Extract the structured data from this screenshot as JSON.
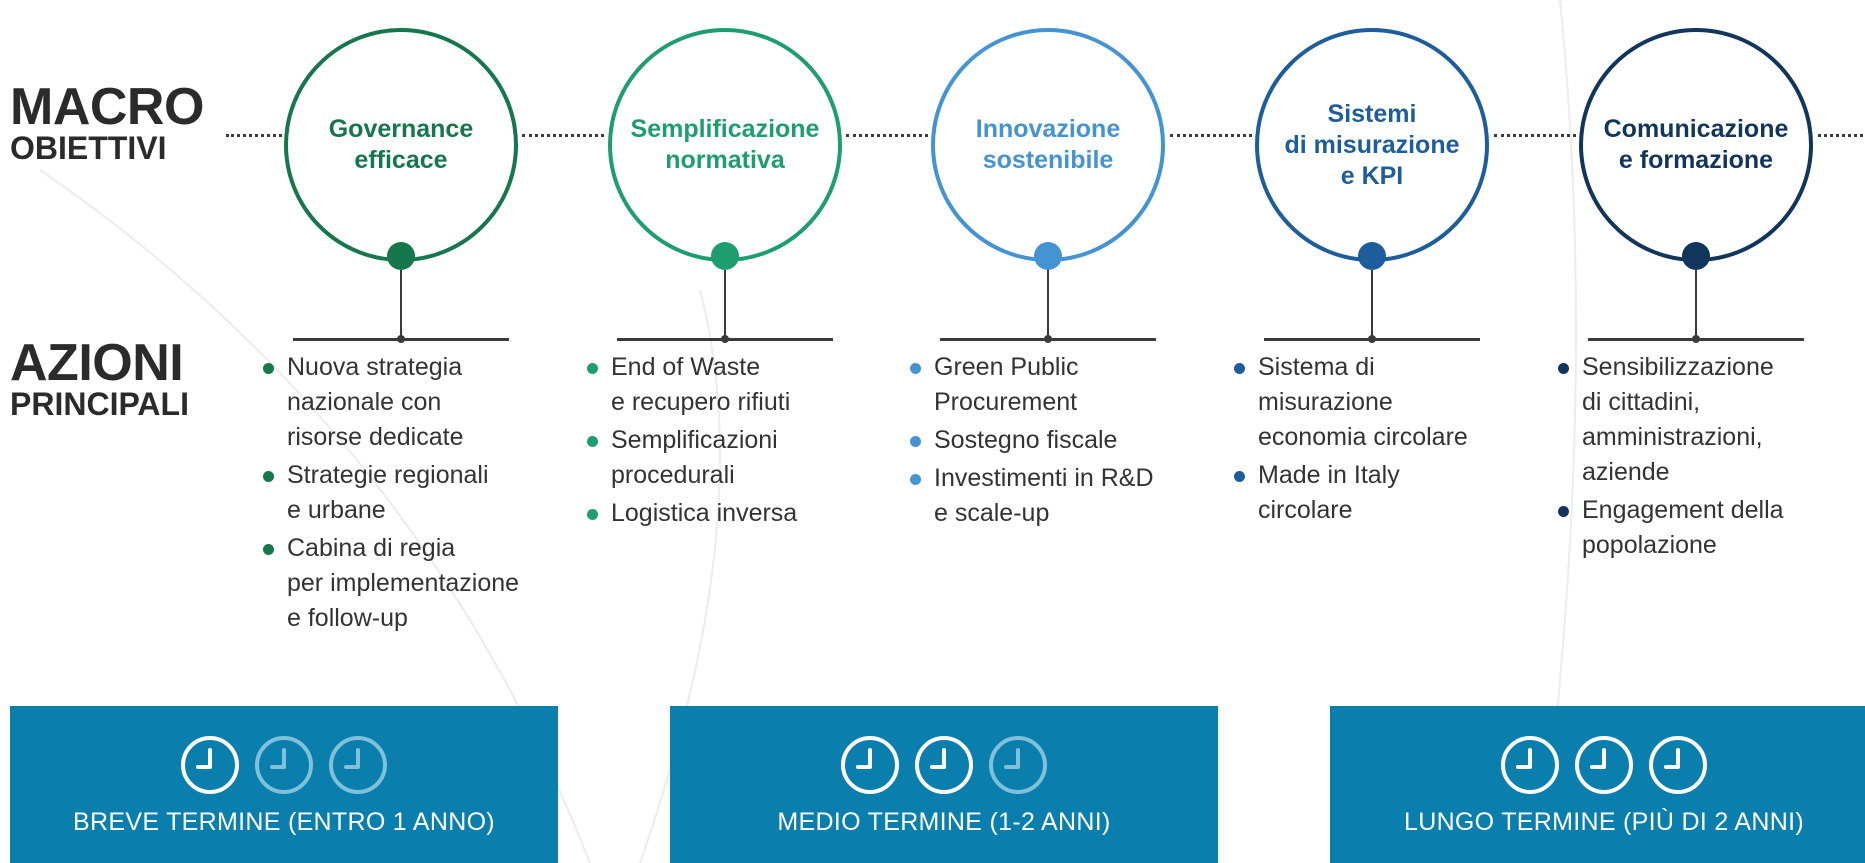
{
  "row_titles": {
    "macro_big": "MACRO",
    "macro_small": "OBIETTIVI",
    "azioni_big": "AZIONI",
    "azioni_small": "PRINCIPALI"
  },
  "objectives": [
    {
      "title": "Governance\nefficace",
      "color": "#15774b",
      "actions": [
        "Nuova strategia\nnazionale con\nrisorse dedicate",
        "Strategie regionali\ne urbane",
        "Cabina di regia\nper implementazione\ne follow-up"
      ]
    },
    {
      "title": "Semplificazione\nnormativa",
      "color": "#1e9e6e",
      "actions": [
        "End of Waste\ne recupero rifiuti",
        "Semplificazioni\nprocedurali",
        "Logistica inversa"
      ]
    },
    {
      "title": "Innovazione\nsostenibile",
      "color": "#4493d2",
      "actions": [
        "Green Public\nProcurement",
        "Sostegno fiscale",
        "Investimenti in R&D\ne scale-up"
      ]
    },
    {
      "title": "Sistemi\ndi misurazione\ne KPI",
      "color": "#1e5d9b",
      "actions": [
        "Sistema di\nmisurazione\neconomia circolare",
        "Made in Italy\ncircolare"
      ]
    },
    {
      "title": "Comunicazione\ne formazione",
      "color": "#12355c",
      "actions": [
        "Sensibilizzazione\ndi cittadini,\namministrazioni,\naziende",
        "Engagement della\npopolazione"
      ]
    }
  ],
  "timeframes": [
    {
      "label": "BREVE TERMINE (ENTRO 1 ANNO)",
      "active_clocks": 1,
      "total_clocks": 3
    },
    {
      "label": "MEDIO TERMINE (1-2 ANNI)",
      "active_clocks": 2,
      "total_clocks": 3
    },
    {
      "label": "LUNGO TERMINE (PIÙ DI 2 ANNI)",
      "active_clocks": 3,
      "total_clocks": 3
    }
  ],
  "colors": {
    "band": "#0a7fad",
    "text_dark": "#2b2b2b",
    "clock_inactive": "#7fc0da"
  },
  "icons": {
    "clock": "clock-icon"
  }
}
